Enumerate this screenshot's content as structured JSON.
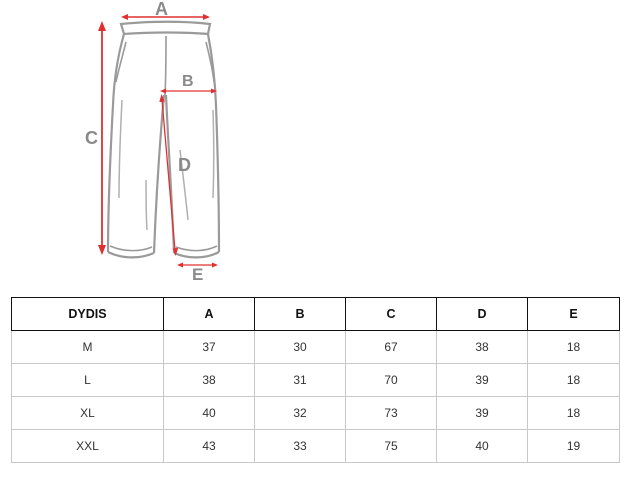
{
  "diagram": {
    "labels": {
      "a": "A",
      "b": "B",
      "c": "C",
      "d": "D",
      "e": "E"
    },
    "colors": {
      "outline": "#9a9a9a",
      "arrow": "#e03030",
      "label": "#8a8a8a"
    }
  },
  "table": {
    "headers": [
      "DYDIS",
      "A",
      "B",
      "C",
      "D",
      "E"
    ],
    "rows": [
      [
        "M",
        "37",
        "30",
        "67",
        "38",
        "18"
      ],
      [
        "L",
        "38",
        "31",
        "70",
        "39",
        "18"
      ],
      [
        "XL",
        "40",
        "32",
        "73",
        "39",
        "18"
      ],
      [
        "XXL",
        "43",
        "33",
        "75",
        "40",
        "19"
      ]
    ]
  }
}
